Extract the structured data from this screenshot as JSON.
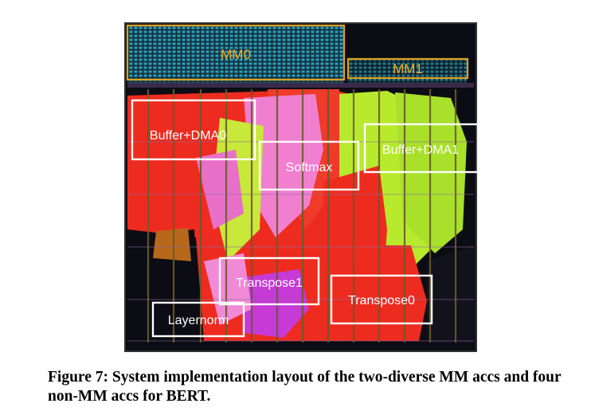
{
  "figure": {
    "regions": {
      "mm0": "MM0",
      "mm1": "MM1",
      "buffer_dma0": "Buffer+DMA0",
      "softmax": "Softmax",
      "buffer_dma1": "Buffer+DMA1",
      "transpose1": "Transpose1",
      "transpose0": "Transpose0",
      "layernorm": "Layernorm"
    },
    "colors": {
      "background": "#0c0c14",
      "red": "#ee2b1f",
      "lime": "#b7ea2c",
      "pink": "#f07fd0",
      "magenta": "#c63ad6",
      "cyan_grid": "#2f9fbf",
      "mm_box": "#e0a020",
      "region_box": "#ffffff",
      "column": "#6b5a2a"
    }
  },
  "caption": {
    "text": "Figure 7: System implementation layout of the two-diverse MM accs and four non-MM accs for BERT."
  }
}
